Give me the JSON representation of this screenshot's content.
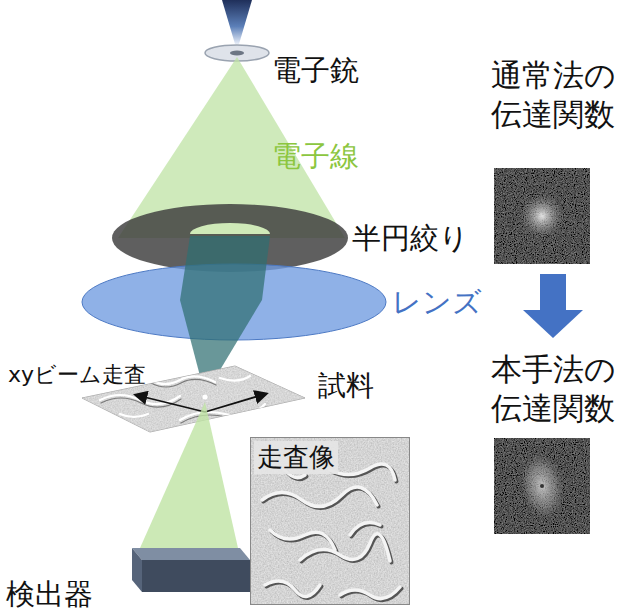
{
  "diagram": {
    "nodes": [
      {
        "text": [
          "通常法の 伝達関数"
        ]
      },
      {
        "text": [
          "本手法の 伝達関数"
        ]
      },
      {
        "text": [
          "走査像"
        ]
      }
    ],
    "edges": [
      {
        "from": 0,
        "to": 1,
        "arrow": "to"
      }
    ],
    "labels": [
      "電子銃",
      "電子線",
      "半円絞り",
      "レンズ",
      "xyビーム走査",
      "試料",
      "検出器"
    ]
  }
}
